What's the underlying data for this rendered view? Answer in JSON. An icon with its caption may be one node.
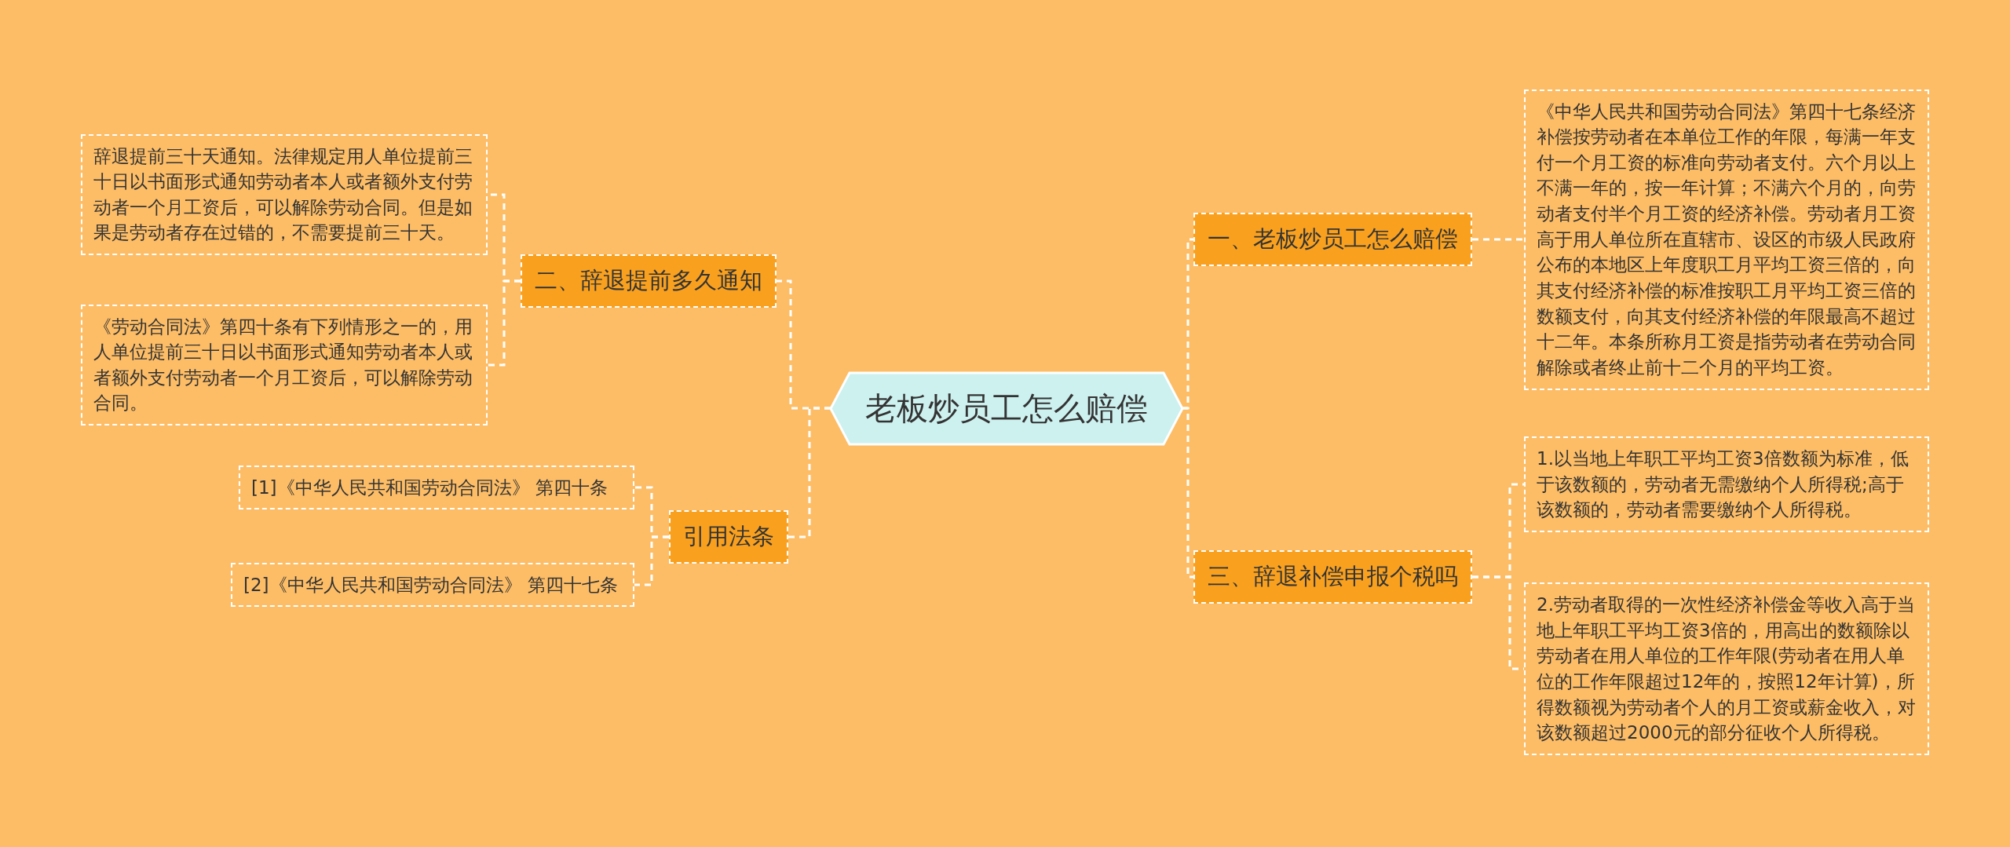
{
  "diagram": {
    "nodes": [
      {
        "text": [
          "老板炒员工怎么赔偿"
        ]
      },
      {
        "text": [
          "一、老板炒员工怎么赔偿"
        ]
      },
      {
        "text": [
          "《中华人民共和国劳动合同法》第四十七条经济补偿按劳动者在本单位工作的年限，每满一年支付一个月工资的标准向劳动者支付。六个月以上不满一年的，按一年计算；不满六个月的，向劳动者支付半个月工资的经济补偿。劳动者月工资高于用人单位所在直辖市、设区的市级人民政府公布的本地区上年度职工月平均工资三倍的，向其支付经济补偿的标准按职工月平均工资三倍的数额支付，向其支付经济补偿的年限最高不超过十二年。本条所称月工资是指劳动者在劳动合同解除或者终止前十二个月的平均工资。"
        ]
      },
      {
        "text": [
          "三、辞退补偿申报个税吗"
        ]
      },
      {
        "text": [
          "1.以当地上年职工平均工资3倍数额为标准，低于该数额的，劳动者无需缴纳个人所得税;高于该数额的，劳动者需要缴纳个人所得税。"
        ]
      },
      {
        "text": [
          "2.劳动者取得的一次性经济补偿金等收入高于当地上年职工平均工资3倍的，用高出的数额除以劳动者在用人单位的工作年限(劳动者在用人单位的工作年限超过12年的，按照12年计算)，所得数额视为劳动者个人的月工资或薪金收入，对该数额超过2000元的部分征收个人所得税。"
        ]
      },
      {
        "text": [
          "二、辞退提前多久通知"
        ]
      },
      {
        "text": [
          "辞退提前三十天通知。法律规定用人单位提前三十日以书面形式通知劳动者本人或者额外支付劳动者一个月工资后，可以解除劳动合同。但是如果是劳动者存在过错的，不需要提前三十天。"
        ]
      },
      {
        "text": [
          "《劳动合同法》第四十条有下列情形之一的，用人单位提前三十日以书面形式通知劳动者本人或者额外支付劳动者一个月工资后，可以解除劳动合同。"
        ]
      },
      {
        "text": [
          "引用法条"
        ]
      },
      {
        "text": [
          "[1]《中华人民共和国劳动合同法》 第四十条"
        ]
      },
      {
        "text": [
          "[2]《中华人民共和国劳动合同法》 第四十七条"
        ]
      }
    ],
    "edges": [
      {
        "from": 0,
        "to": 1,
        "arrow": "none",
        "style": "dashed"
      },
      {
        "from": 1,
        "to": 2,
        "arrow": "none",
        "style": "dashed"
      },
      {
        "from": 0,
        "to": 3,
        "arrow": "none",
        "style": "dashed"
      },
      {
        "from": 3,
        "to": 4,
        "arrow": "none",
        "style": "dashed"
      },
      {
        "from": 3,
        "to": 5,
        "arrow": "none",
        "style": "dashed"
      },
      {
        "from": 0,
        "to": 6,
        "arrow": "none",
        "style": "dashed"
      },
      {
        "from": 6,
        "to": 7,
        "arrow": "none",
        "style": "dashed"
      },
      {
        "from": 6,
        "to": 8,
        "arrow": "none",
        "style": "dashed"
      },
      {
        "from": 0,
        "to": 9,
        "arrow": "none",
        "style": "dashed"
      },
      {
        "from": 9,
        "to": 10,
        "arrow": "none",
        "style": "dashed"
      },
      {
        "from": 9,
        "to": 11,
        "arrow": "none",
        "style": "dashed"
      }
    ]
  }
}
